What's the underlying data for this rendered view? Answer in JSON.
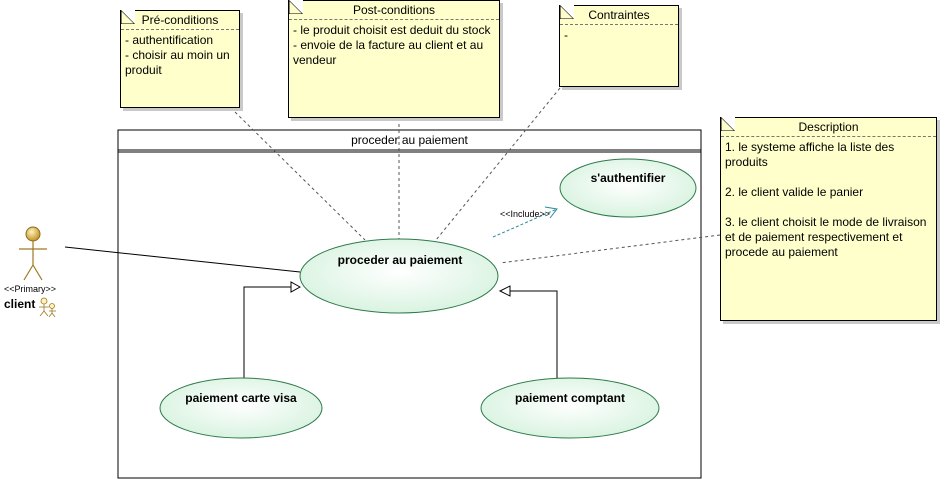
{
  "notes": {
    "preconditions": {
      "title": "Pré-conditions",
      "lines": [
        "- authentification",
        "- choisir au moin un produit"
      ]
    },
    "postconditions": {
      "title": "Post-conditions",
      "lines": [
        "- le produit choisit est deduit du stock",
        "- envoie de la facture au client et au vendeur"
      ]
    },
    "contraintes": {
      "title": "Contraintes",
      "lines": [
        "-"
      ]
    },
    "description": {
      "title": "Description",
      "lines": [
        "1. le systeme affiche la liste des produits",
        "2. le client valide le panier",
        "3. le client choisit le mode de livraison et de paiement respectivement et procede au paiement"
      ]
    }
  },
  "system": {
    "title": "proceder au paiement"
  },
  "use_cases": {
    "main": "proceder au paiement",
    "auth": "s'authentifier",
    "visa": "paiement carte visa",
    "cash": "paiement comptant"
  },
  "include_label": "<<Include>>",
  "actor": {
    "stereotype": "<<Primary>>",
    "name": "client"
  },
  "colors": {
    "note_fill": "#ffffcc",
    "usecase_fill": "#e6f7ea",
    "usecase_stroke": "#2d7a4a",
    "include_line": "#2a8a9a"
  }
}
